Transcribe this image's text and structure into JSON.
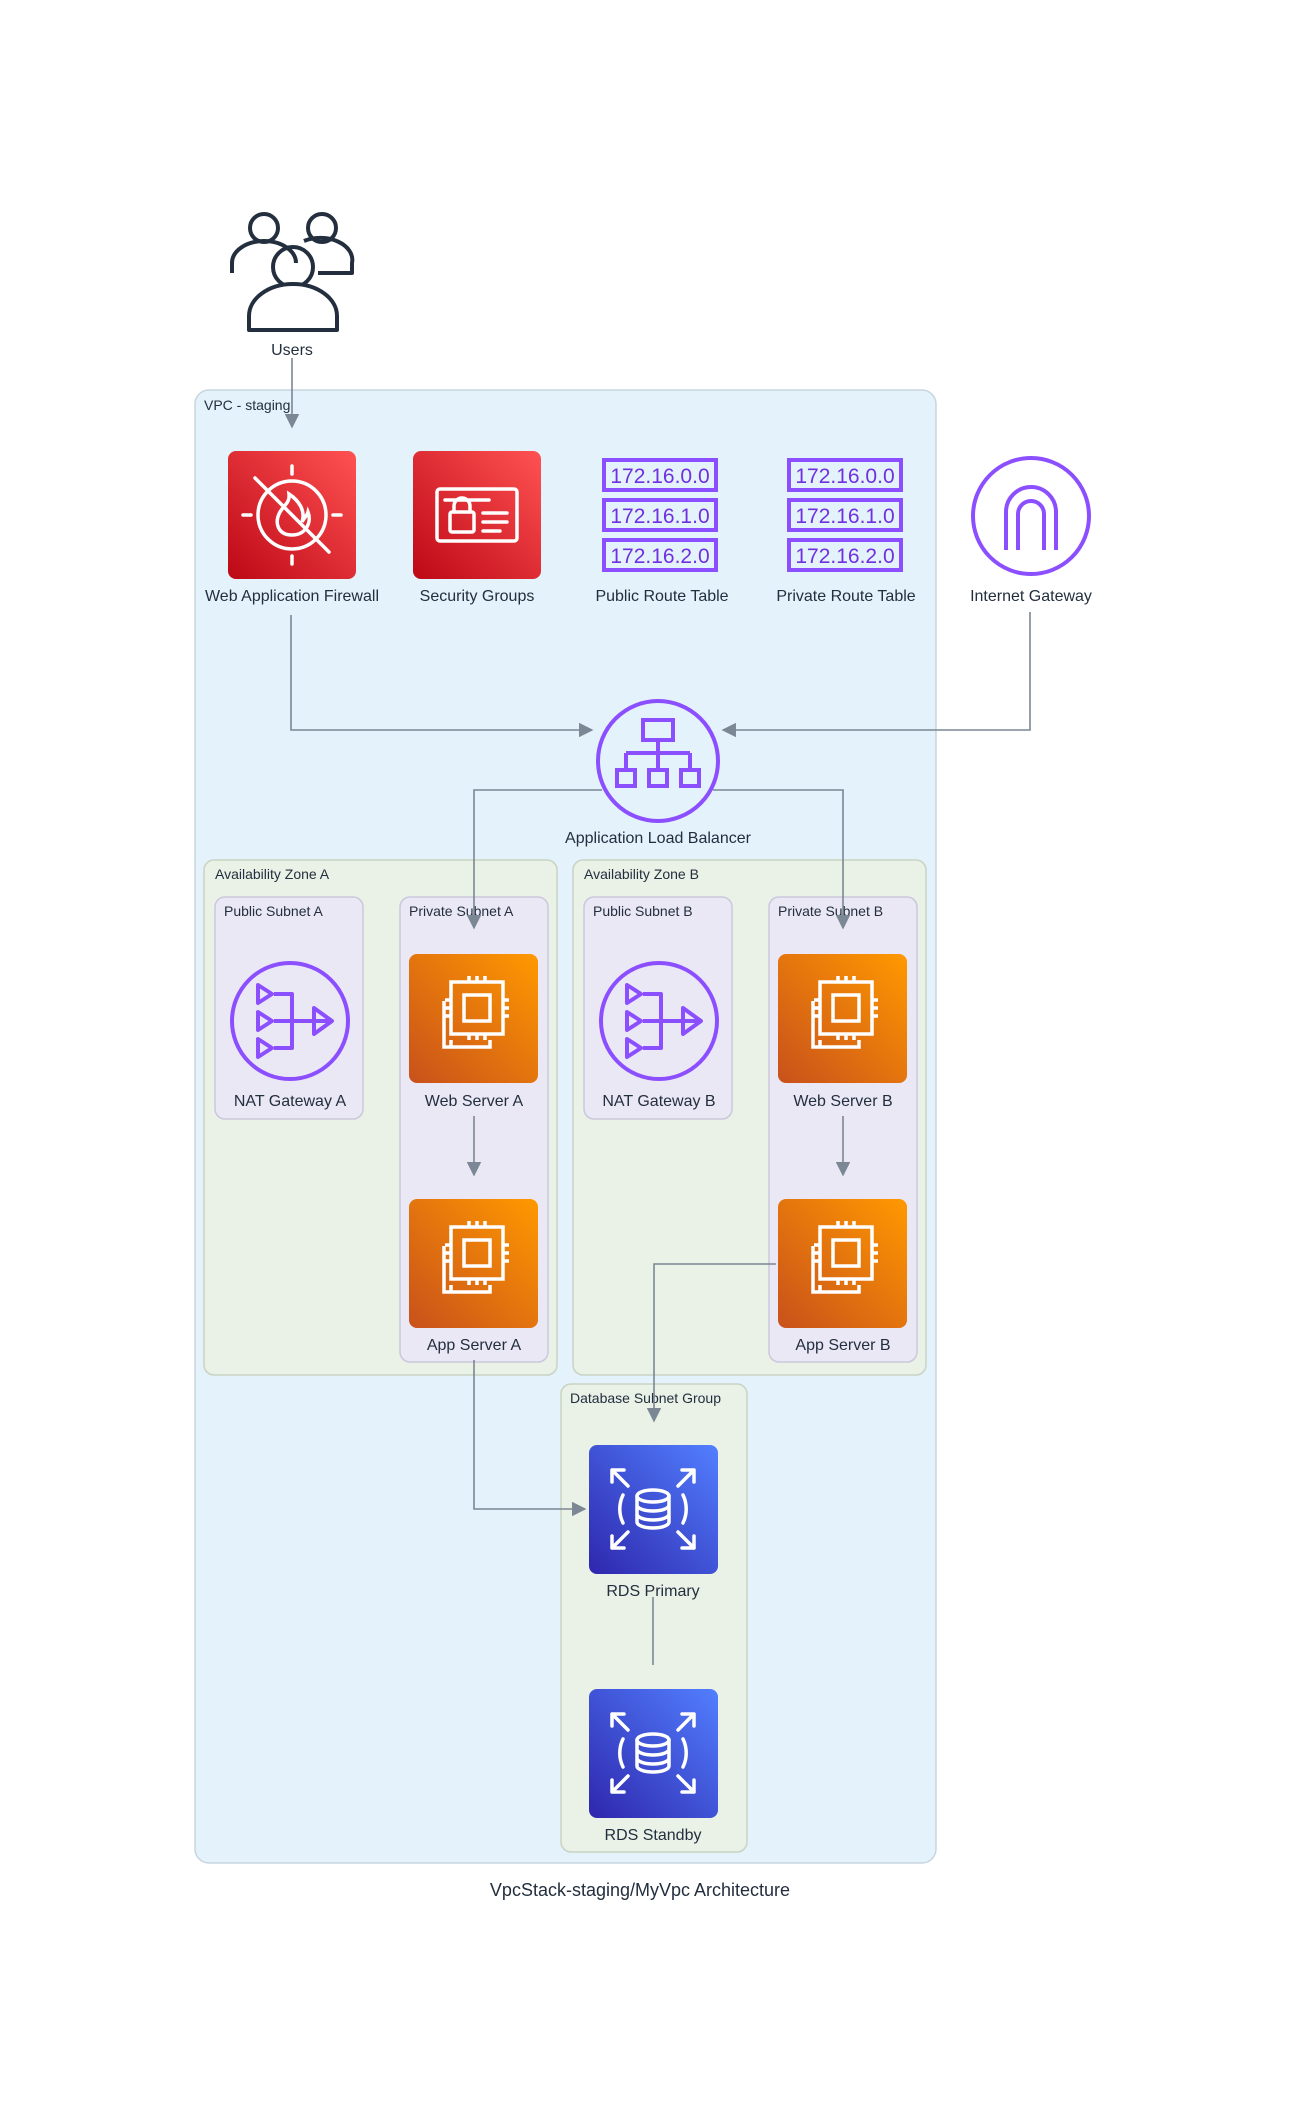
{
  "title": "VpcStack-staging/MyVpc Architecture",
  "users": {
    "label": "Users"
  },
  "vpc": {
    "label": "VPC - staging"
  },
  "top_row": {
    "waf": "Web Application Firewall",
    "security_groups": "Security Groups",
    "public_route_table": "Public Route Table",
    "private_route_table": "Private Route Table",
    "internet_gateway": "Internet Gateway"
  },
  "route_table_entries": [
    "172.16.0.0",
    "172.16.1.0",
    "172.16.2.0"
  ],
  "alb": {
    "label": "Application Load Balancer"
  },
  "zone_a": {
    "label": "Availability Zone A",
    "public_subnet": "Public Subnet A",
    "private_subnet": "Private Subnet A",
    "nat": "NAT Gateway A",
    "web": "Web Server A",
    "app": "App Server A"
  },
  "zone_b": {
    "label": "Availability Zone B",
    "public_subnet": "Public Subnet B",
    "private_subnet": "Private Subnet B",
    "nat": "NAT Gateway B",
    "web": "Web Server B",
    "app": "App Server B"
  },
  "db": {
    "label": "Database Subnet Group",
    "primary": "RDS Primary",
    "standby": "RDS Standby"
  },
  "colors": {
    "vpc_fill": "#e3f2fb",
    "zone_fill": "#eaf1e7",
    "subnet_fill": "#ebe8f6",
    "security_red": "#d7262e",
    "compute_orange": "#e8700f",
    "database_blue": "#3a4fd1",
    "network_purple": "#8c4fff",
    "edge": "#7b8794"
  }
}
